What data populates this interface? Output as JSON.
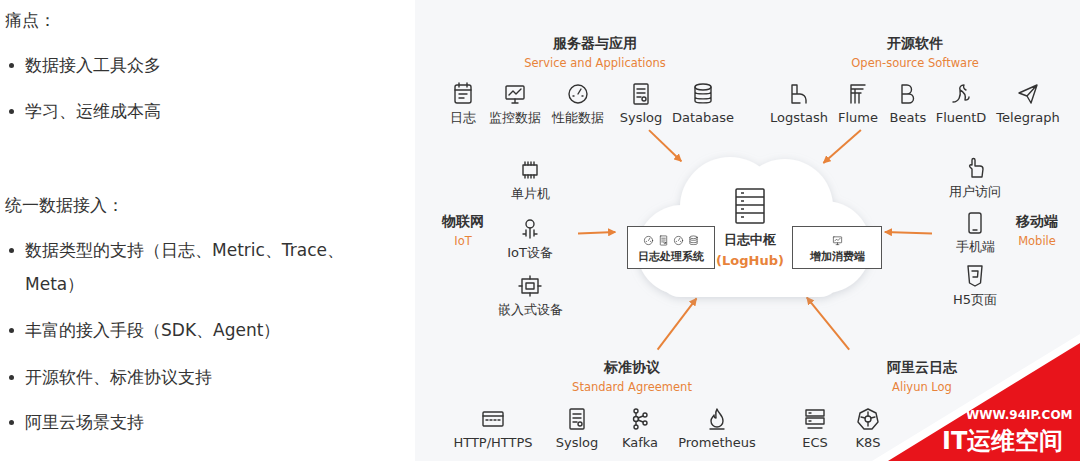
{
  "diagram": {
    "nodes": [
      {
        "text": [
          "服务器与应用",
          "Service and Applications"
        ]
      },
      {
        "text": [
          "日志"
        ],
        "in": 0
      },
      {
        "text": [
          "监控数据"
        ],
        "in": 0
      },
      {
        "text": [
          "性能数据"
        ],
        "in": 0
      },
      {
        "text": [
          "Syslog"
        ],
        "in": 0
      },
      {
        "text": [
          "Database"
        ],
        "in": 0
      },
      {
        "text": [
          "开源软件",
          "Open-source Software"
        ]
      },
      {
        "text": [
          "Logstash"
        ],
        "in": 6
      },
      {
        "text": [
          "Flume"
        ],
        "in": 6
      },
      {
        "text": [
          "Beats"
        ],
        "in": 6
      },
      {
        "text": [
          "FluentD"
        ],
        "in": 6
      },
      {
        "text": [
          "Telegraph"
        ],
        "in": 6
      },
      {
        "text": [
          "物联网",
          "IoT"
        ]
      },
      {
        "text": [
          "单片机"
        ],
        "in": 12
      },
      {
        "text": [
          "IoT设备"
        ],
        "in": 12
      },
      {
        "text": [
          "嵌入式设备"
        ],
        "in": 12
      },
      {
        "text": [
          "日志中枢",
          "(LogHub)"
        ]
      },
      {
        "text": [
          "日志处理系统"
        ],
        "in": 16
      },
      {
        "text": [
          "增加消费端"
        ],
        "in": 16
      },
      {
        "text": [
          "移动端",
          "Mobile"
        ]
      },
      {
        "text": [
          "用户访问"
        ],
        "in": 19
      },
      {
        "text": [
          "手机端"
        ],
        "in": 19
      },
      {
        "text": [
          "H5页面"
        ],
        "in": 19
      },
      {
        "text": [
          "标准协议",
          "Standard Agreement"
        ]
      },
      {
        "text": [
          "HTTP/HTTPS"
        ],
        "in": 23
      },
      {
        "text": [
          "Syslog"
        ],
        "in": 23
      },
      {
        "text": [
          "Kafka"
        ],
        "in": 23
      },
      {
        "text": [
          "Prometheus"
        ],
        "in": 23
      },
      {
        "text": [
          "阿里云日志",
          "Aliyun Log"
        ]
      },
      {
        "text": [
          "ECS"
        ],
        "in": 28
      },
      {
        "text": [
          "K8S"
        ],
        "in": 28
      }
    ],
    "edges": [
      {
        "from": 0,
        "to": 16,
        "arrow": "to"
      },
      {
        "from": 6,
        "to": 16,
        "arrow": "to"
      },
      {
        "from": 12,
        "to": 16,
        "arrow": "to"
      },
      {
        "from": 19,
        "to": 16,
        "arrow": "to"
      },
      {
        "from": 23,
        "to": 16,
        "arrow": "to"
      },
      {
        "from": 28,
        "to": 16,
        "arrow": "to"
      }
    ],
    "labels": [
      "痛点：",
      "数据接入工具众多",
      "学习、运维成本高",
      "统一数据接入：",
      "数据类型的支持（日志、Metric、Trace、Meta）",
      "丰富的接入手段（SDK、Agent）",
      "开源软件、标准协议支持",
      "阿里云场景支持",
      "WWW.94IP.COM",
      "IT运维空间"
    ]
  }
}
